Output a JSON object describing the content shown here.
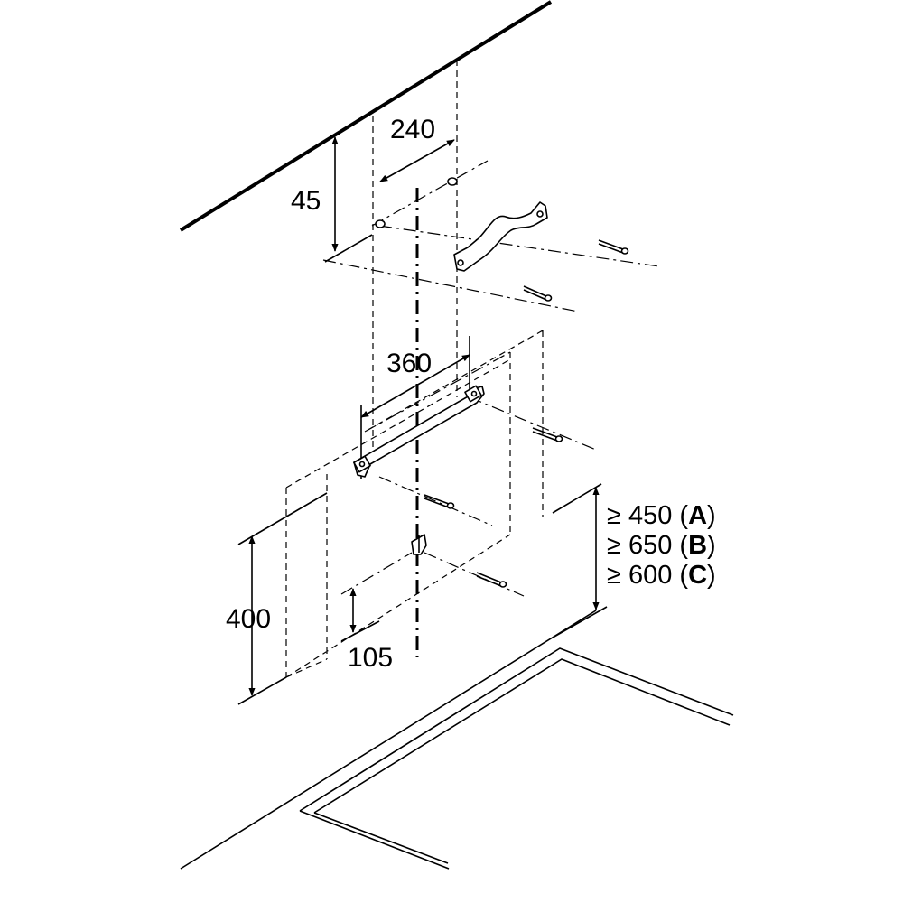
{
  "dimensions": {
    "ceiling_offset": "45",
    "hole_spacing_top": "240",
    "hole_spacing_bracket": "360",
    "height_lower": "400",
    "offset_lower": "105"
  },
  "clearances": [
    {
      "prefix": "≥ 450 (",
      "letter": "A",
      "suffix": ")"
    },
    {
      "prefix": "≥ 650 (",
      "letter": "B",
      "suffix": ")"
    },
    {
      "prefix": "≥ 600 (",
      "letter": "C",
      "suffix": ")"
    }
  ]
}
